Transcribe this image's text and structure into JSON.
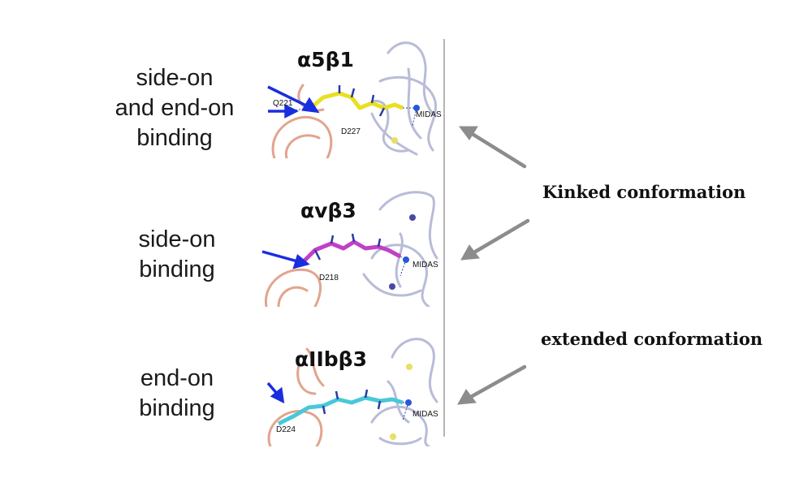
{
  "panels": [
    {
      "title": "α5β1",
      "description_lines": [
        "side-on",
        "and end-on",
        "binding"
      ],
      "residues": [
        "Q221",
        "D227"
      ],
      "site": "MIDAS",
      "peptide_color": "#e8e020"
    },
    {
      "title": "αvβ3",
      "description_lines": [
        "side-on",
        "binding"
      ],
      "residues": [
        "D218"
      ],
      "site": "MIDAS",
      "peptide_color": "#c040c8"
    },
    {
      "title": "αIIbβ3",
      "description_lines": [
        "end-on",
        "binding"
      ],
      "residues": [
        "D224"
      ],
      "site": "MIDAS",
      "peptide_color": "#48c8d8"
    }
  ],
  "conformations": {
    "kinked": "Kinked conformation",
    "extended": "extended conformation"
  },
  "colors": {
    "highlight_arrow": "#1a2ee0",
    "gray_arrow": "#8c8c8c",
    "alpha_ribbon": "#e2a48c",
    "beta_ribbon": "#b8bcd8"
  }
}
